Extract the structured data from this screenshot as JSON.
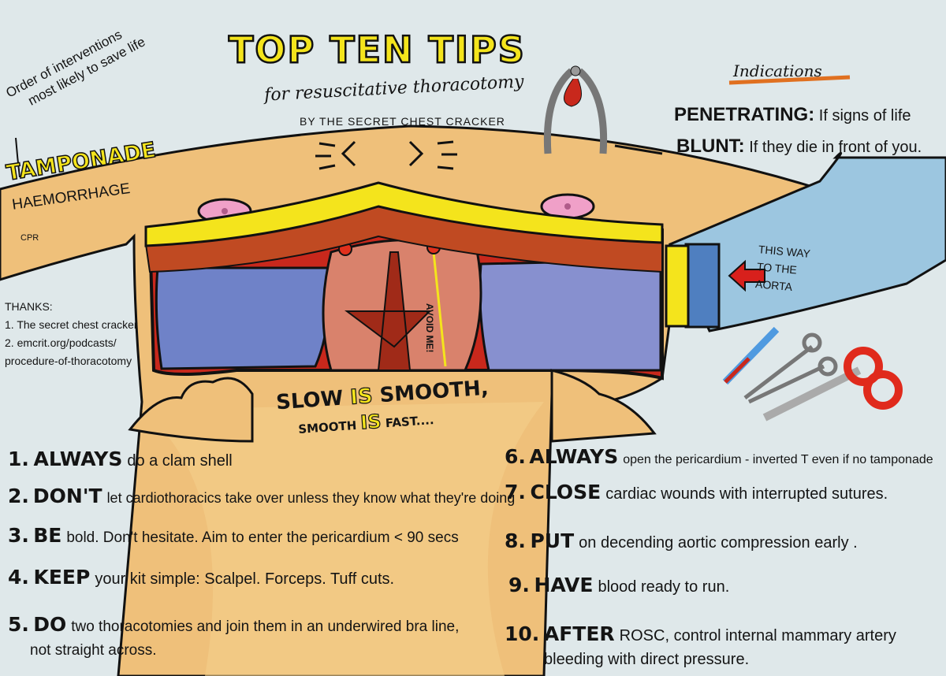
{
  "header": {
    "title": "TOP TEN TIPS",
    "subtitle": "for resuscitative thoracotomy",
    "byline": "BY THE SECRET CHEST CRACKER"
  },
  "left_notes": {
    "order_line1": "Order of interventions",
    "order_line2": "most likely to save life",
    "priority_1": "TAMPONADE",
    "priority_2": "HAEMORRHAGE",
    "priority_3": "CPR",
    "thanks_title": "THANKS:",
    "thanks_1": "1. The secret chest cracker",
    "thanks_2": "2. emcrit.org/podcasts/",
    "thanks_3": "procedure-of-thoracotomy"
  },
  "indications": {
    "title": "Indications",
    "penetrating_label": "PENETRATING:",
    "penetrating_text": "If signs of life",
    "blunt_label": "BLUNT:",
    "blunt_text": "If they die in front of you."
  },
  "diagram": {
    "aorta_line1": "THIS WAY",
    "aorta_line2": "TO THE",
    "aorta_line3": "AORTA",
    "avoid_label": "AVOID ME!",
    "motto_a": "SLOW",
    "motto_b": "IS",
    "motto_c": "SMOOTH,",
    "motto_d": "SMOOTH",
    "motto_e": "IS",
    "motto_f": "FAST...."
  },
  "colors": {
    "paper": "#dfe8ea",
    "skin": "#efc07a",
    "lung": "#6f82c8",
    "heart": "#d9826c",
    "fat": "#f4e41c",
    "blood": "#c8281c"
  },
  "tips": [
    {
      "num": "1.",
      "key": "ALWAYS",
      "text": "do a clam shell"
    },
    {
      "num": "2.",
      "key": "DON'T",
      "text": "let cardiothoracics take over unless they know what they're doing"
    },
    {
      "num": "3.",
      "key": "BE",
      "text": "bold. Don't hesitate. Aim to enter the pericardium < 90 secs"
    },
    {
      "num": "4.",
      "key": "KEEP",
      "text": "your kit simple: Scalpel. Forceps. Tuff cuts."
    },
    {
      "num": "5.",
      "key": "DO",
      "text": "two thoracotomies and join them in an underwired bra line,",
      "text2": "not straight across."
    },
    {
      "num": "6.",
      "key": "ALWAYS",
      "text": "open the pericardium - inverted T even if no tamponade"
    },
    {
      "num": "7.",
      "key": "CLOSE",
      "text": "cardiac wounds with interrupted sutures."
    },
    {
      "num": "8.",
      "key": "PUT",
      "text": "on decending aortic compression early ."
    },
    {
      "num": "9.",
      "key": "HAVE",
      "text": "blood ready to run."
    },
    {
      "num": "10.",
      "key": "AFTER",
      "text": "ROSC, control internal mammary artery",
      "text2": "bleeding with direct pressure."
    }
  ]
}
